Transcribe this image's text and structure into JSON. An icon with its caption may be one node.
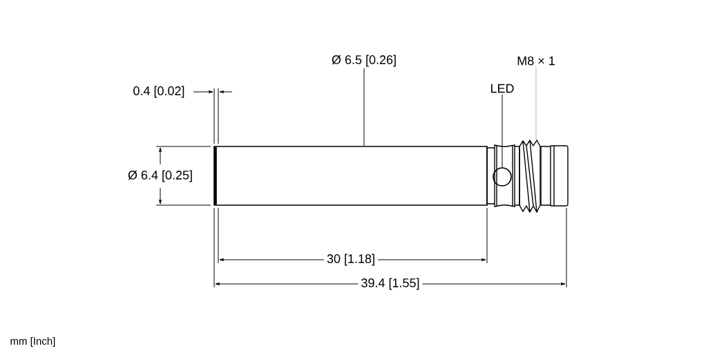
{
  "diagram": {
    "nodes": [
      {
        "text": [
          "Ø 6.5 [0.26]"
        ]
      },
      {
        "text": [],
        "shape": "bar"
      },
      {
        "text": [
          "LED"
        ]
      },
      {
        "text": [],
        "shape": "circle"
      },
      {
        "text": [
          "M8 × 1"
        ]
      },
      {
        "text": [],
        "shape": "picture"
      }
    ],
    "edges": [
      {
        "from": 0,
        "to": 1,
        "arrow": "none"
      },
      {
        "from": 2,
        "to": 3,
        "arrow": "none"
      },
      {
        "from": 4,
        "to": 5,
        "arrow": "none",
        "color": "#b3b3b3"
      }
    ],
    "labels": [
      "0.4 [0.02]",
      "Ø 6.4 [0.25]",
      "30 [1.18]",
      "39.4 [1.55]",
      "mm [Inch]"
    ]
  }
}
